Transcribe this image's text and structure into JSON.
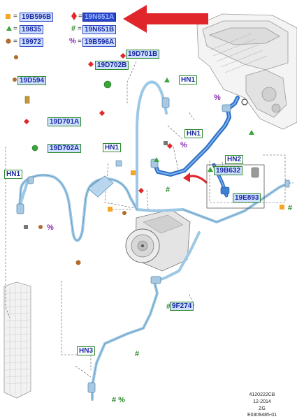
{
  "legend": {
    "row1_left": "19B596B",
    "row1_right": "19N651A",
    "row2_left": "19835",
    "row2_right": "19N651B",
    "row3_left": "19972",
    "row3_right": "19B596A",
    "eq": "="
  },
  "labels": {
    "l19D701B": "19D701B",
    "l19D702B": "19D702B",
    "l19D594": "19D594",
    "l19D701A": "19D701A",
    "l19D702A": "19D702A",
    "hn1_top": "HN1",
    "hn1_right": "HN1",
    "hn1_mid": "HN1",
    "hn1_left": "HN1",
    "hn2": "HN2",
    "l19B632": "19B632",
    "l19E893": "19E893",
    "l9F274": "9F274",
    "hn3": "HN3"
  },
  "symbols": {
    "hash": "#",
    "percent": "%",
    "hash_percent": "# %"
  },
  "reference": {
    "line1": "4120222CB",
    "line2": "12-2014",
    "line3": "ZG",
    "line4": "E0309485-01"
  },
  "colors": {
    "pipe": "#9cc8e6",
    "pipe_dark": "#2d6fc4",
    "arrow": "#e0262a",
    "blue_label": "#2a46c8",
    "green_label": "#2e8a2e"
  }
}
